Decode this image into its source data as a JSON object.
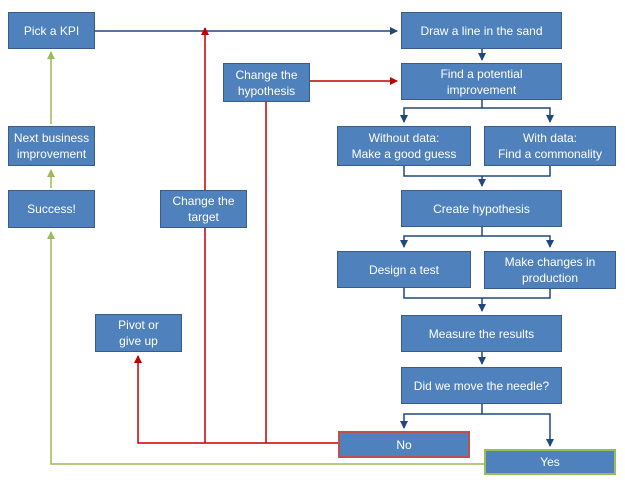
{
  "colors": {
    "box_fill": "#4f81bd",
    "box_border": "#385d8a",
    "flow_arrow": "#1f497d",
    "fail_arrow": "#c00000",
    "success_arrow": "#9bbb59"
  },
  "nodes": {
    "pick_kpi": "Pick a KPI",
    "draw_line": "Draw a line in the sand",
    "change_hypothesis": "Change the\nhypothesis",
    "find_improvement": "Find a potential\nimprovement",
    "next_business": "Next business\nimprovement",
    "without_data": "Without data:\nMake a good guess",
    "with_data": "With data:\nFind a commonality",
    "success": "Success!",
    "change_target": "Change the\ntarget",
    "create_hypothesis": "Create hypothesis",
    "design_test": "Design a test",
    "make_changes": "Make changes in\nproduction",
    "pivot": "Pivot or\ngive up",
    "measure": "Measure the results",
    "needle": "Did we move the needle?",
    "no": "No",
    "yes": "Yes"
  }
}
